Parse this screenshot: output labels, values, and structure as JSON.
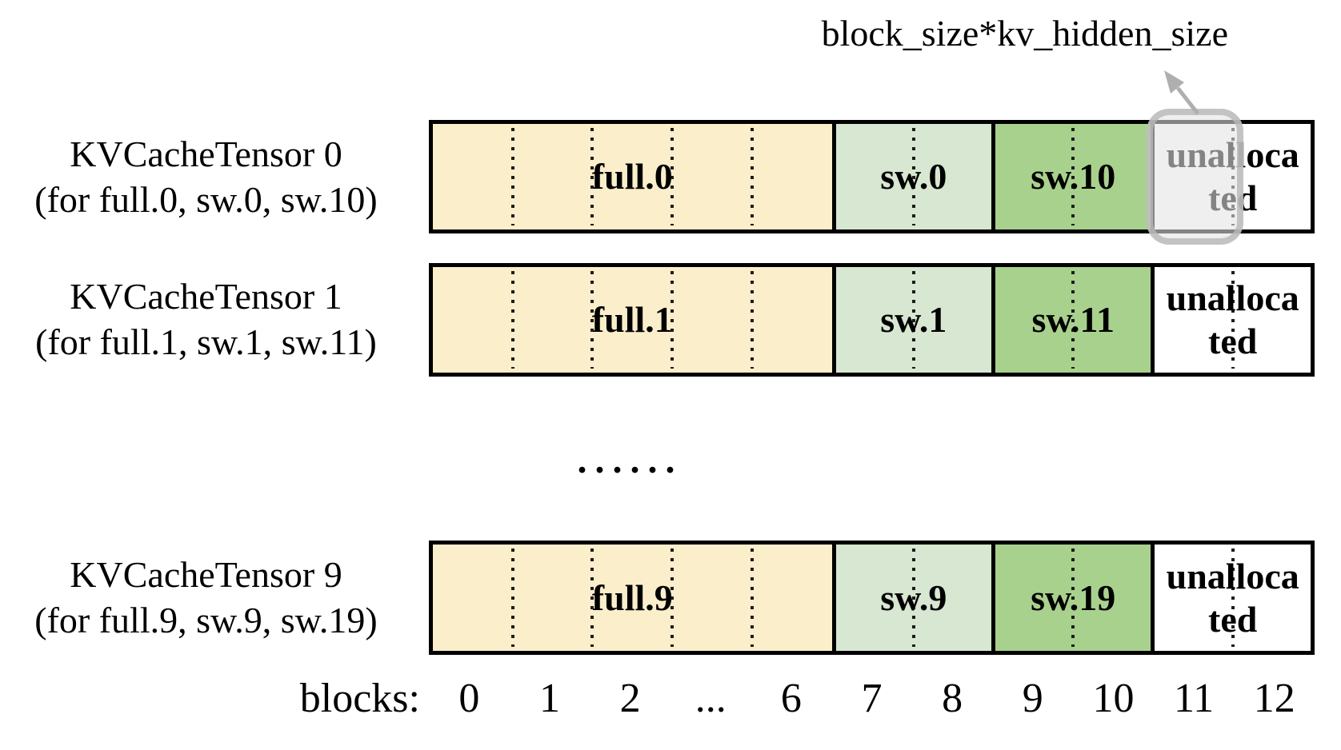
{
  "annotation": {
    "label": "block_size*kv_hidden_size"
  },
  "rows": [
    {
      "title": "KVCacheTensor 0",
      "subtitle": "(for full.0, sw.0, sw.10)",
      "segments": {
        "full": "full.0",
        "sw": "sw.0",
        "sw1x": "sw.10",
        "unalloc_line1": "unalloca",
        "unalloc_line2": "ted"
      },
      "highlighted_block": "11"
    },
    {
      "title": "KVCacheTensor 1",
      "subtitle": "(for full.1, sw.1, sw.11)",
      "segments": {
        "full": "full.1",
        "sw": "sw.1",
        "sw1x": "sw.11",
        "unalloc_line1": "unalloca",
        "unalloc_line2": "ted"
      }
    },
    {
      "title": "KVCacheTensor 9",
      "subtitle": "(for full.9, sw.9, sw.19)",
      "segments": {
        "full": "full.9",
        "sw": "sw.9",
        "sw1x": "sw.19",
        "unalloc_line1": "unalloca",
        "unalloc_line2": "ted"
      }
    }
  ],
  "ellipsis": "......",
  "axis": {
    "label": "blocks:",
    "ticks": [
      "0",
      "1",
      "2",
      "...",
      "6",
      "7",
      "8",
      "9",
      "10",
      "11",
      "12"
    ]
  },
  "colors": {
    "full": "#FBEECB",
    "sw": "#D7E7D1",
    "sw1x": "#A9D18E",
    "unalloc": "#FFFFFF",
    "highlight_border": "#B9B9B9",
    "arrow": "#AFAFAF"
  }
}
